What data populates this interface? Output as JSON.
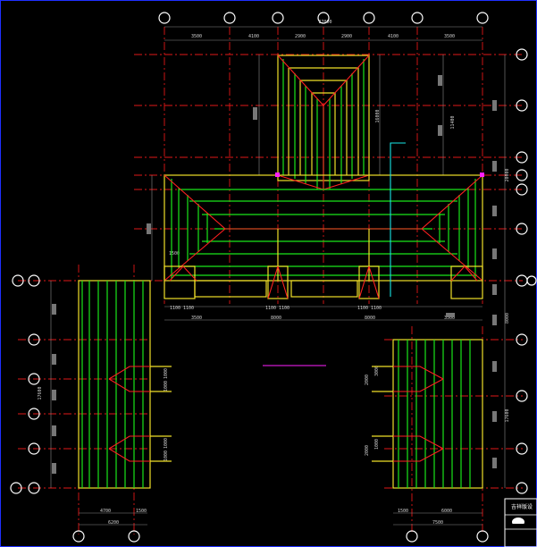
{
  "drawing": {
    "border_color": "#1f2fff",
    "top_total_dim": "27000",
    "top_dims": [
      "3500",
      "4100",
      "2900",
      "2900",
      "4100",
      "3500"
    ],
    "upper_right_dims": [
      "16000",
      "11400",
      "20000"
    ],
    "bottom_mid_dims": [
      "1100",
      "1100",
      "1100",
      "1100",
      "1100",
      "1100"
    ],
    "bottom_main_dims": [
      "3500",
      "8000",
      "8000",
      "3500"
    ],
    "left_block_dims": [
      "17600"
    ],
    "left_block_bottom_dims": [
      "4700",
      "1500",
      "6200"
    ],
    "left_block_inner_dims": [
      "1000",
      "1000",
      "1000",
      "1000"
    ],
    "right_block_dims": [
      "8000",
      "17600"
    ],
    "right_block_inner_dims": [
      "3000",
      "2000",
      "1000",
      "2000"
    ],
    "right_block_bottom_dims": [
      "1500",
      "6000",
      "7500"
    ],
    "small_dim": "1500",
    "title_block_text": "吉祥版设"
  }
}
